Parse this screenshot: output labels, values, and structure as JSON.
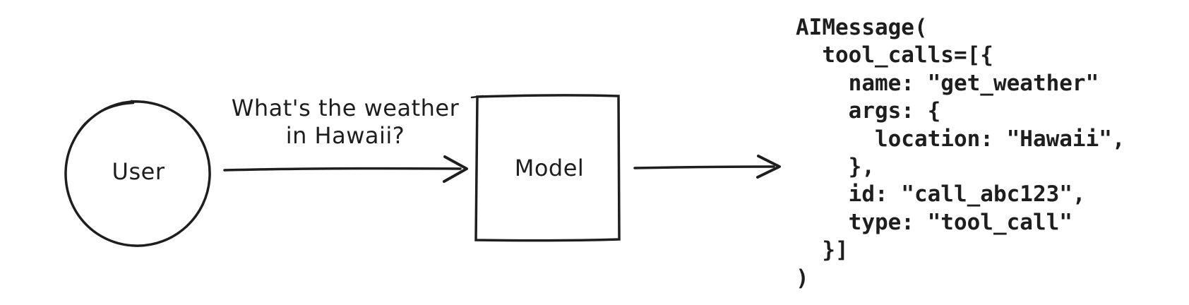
{
  "diagram": {
    "colors": {
      "ink": "#1e1e1e",
      "background": "#ffffff"
    },
    "user_node": {
      "label": "User",
      "shape": "circle"
    },
    "model_node": {
      "label": "Model",
      "shape": "rectangle"
    },
    "request_arrow": {
      "label_line1": "What's the weather",
      "label_line2": "in Hawaii?"
    },
    "code_block": {
      "text": "AIMessage(\n  tool_calls=[{\n    name: \"get_weather\"\n    args: {\n      location: \"Hawaii\",\n    },\n    id: \"call_abc123\",\n    type: \"tool_call\"\n  }]\n)"
    }
  }
}
